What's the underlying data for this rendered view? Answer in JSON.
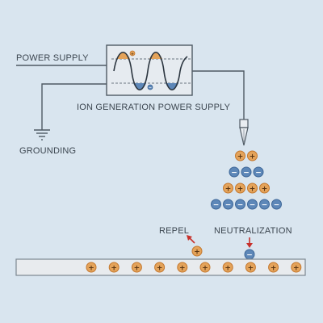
{
  "labels": {
    "power_supply": "POWER SUPPLY",
    "ion_generation_power_supply": "ION GENERATION POWER SUPPLY",
    "grounding": "GROUNDING",
    "repel": "REPEL",
    "neutralization": "NEUTRALIZATION"
  },
  "colors": {
    "background": "#d9e5ef",
    "wire": "#4f5a64",
    "positive_ion": "#e4a35a",
    "negative_ion": "#5d87b8",
    "arrow": "#c7302b",
    "substrate": "#e8ebee"
  },
  "ion_symbols": {
    "positive": "+",
    "negative": "−"
  },
  "ion_cloud_rows": [
    {
      "type": "positive",
      "count": 2
    },
    {
      "type": "negative",
      "count": 3
    },
    {
      "type": "positive",
      "count": 4
    },
    {
      "type": "negative",
      "count": 6
    }
  ],
  "surface_charges": {
    "type": "positive",
    "count": 10
  },
  "icons": [
    "sine-wave-icon",
    "needle-electrode-icon",
    "ground-symbol-icon",
    "repel-arrow-icon",
    "neutralization-arrow-icon"
  ]
}
